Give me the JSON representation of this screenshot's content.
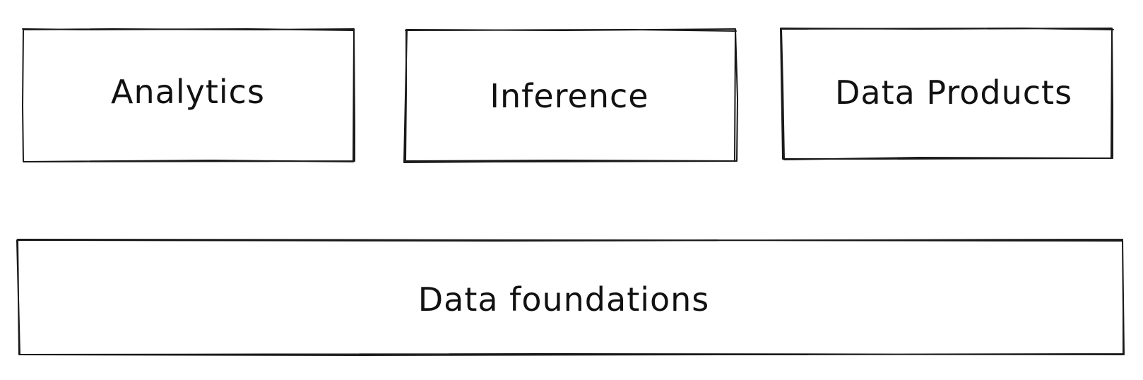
{
  "boxes": {
    "analytics": {
      "label": "Analytics"
    },
    "inference": {
      "label": "Inference"
    },
    "data_products": {
      "label": "Data Products"
    },
    "data_foundations": {
      "label": "Data foundations"
    }
  },
  "colors": {
    "stroke": "#1a1a1a",
    "text": "#111111",
    "background": "#ffffff"
  }
}
